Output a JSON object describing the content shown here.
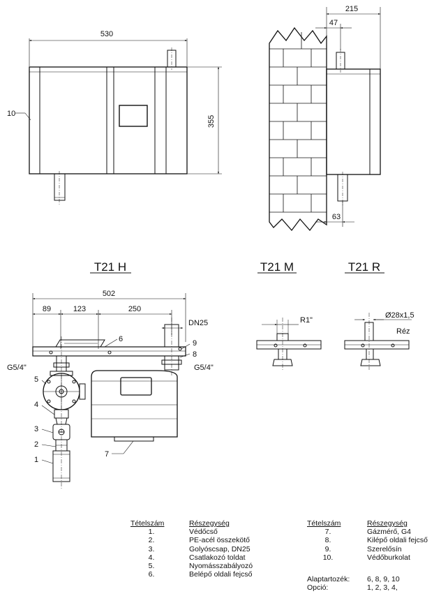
{
  "front": {
    "dim_width": "530",
    "dim_height": "355",
    "callout_10": "10"
  },
  "side": {
    "dim_depth": "215",
    "dim_47": "47",
    "dim_63": "63"
  },
  "titles": {
    "h": "T21 H",
    "m": "T21 M",
    "r": "T21 R"
  },
  "install": {
    "dim_total": "502",
    "dim_89": "89",
    "dim_123": "123",
    "dim_250": "250",
    "dn": "DN25",
    "g_left": "G5/4\"",
    "g_right": "G5/4\"",
    "c1": "1",
    "c2": "2",
    "c3": "3",
    "c4": "4",
    "c5": "5",
    "c6": "6",
    "c7": "7",
    "c8": "8",
    "c9": "9"
  },
  "variant_m": {
    "label": "R1\""
  },
  "variant_r": {
    "label": "Ø28x1,5",
    "material": "Réz"
  },
  "legend": {
    "left": {
      "hdr_num": "Tételszám",
      "hdr_part": "Részegység",
      "rows": [
        [
          "1.",
          "Védőcső"
        ],
        [
          "2.",
          "PE-acél összekötő"
        ],
        [
          "3.",
          "Golyóscsap, DN25"
        ],
        [
          "4.",
          "Csatlakozó toldat"
        ],
        [
          "5.",
          "Nyomásszabályozó"
        ],
        [
          "6.",
          "Belépő oldali fejcső"
        ]
      ]
    },
    "right": {
      "hdr_num": "Tételszám",
      "hdr_part": "Részegység",
      "rows": [
        [
          "7.",
          "Gázmérő, G4"
        ],
        [
          "8.",
          "Kilépő oldali fejcső"
        ],
        [
          "9.",
          "Szerelősín"
        ],
        [
          "10.",
          "Védőburkolat"
        ]
      ]
    },
    "accessories_label": "Alaptartozék:",
    "accessories_value": "6, 8, 9, 10",
    "option_label": "Opció:",
    "option_value": "1, 2, 3, 4,"
  }
}
